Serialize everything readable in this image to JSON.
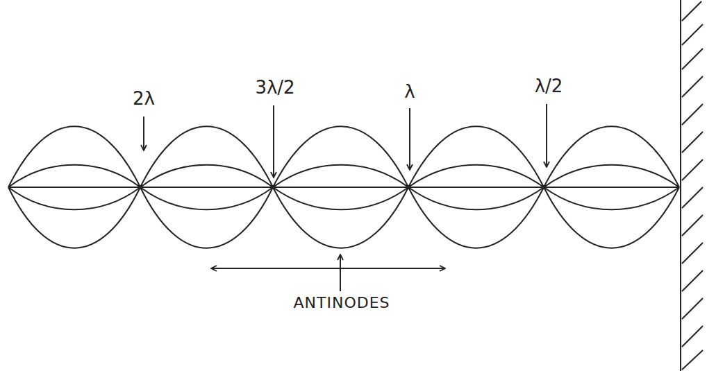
{
  "diagram": {
    "labels": [
      "2λ",
      "3λ/2",
      "λ",
      "λ/2",
      "ANTINODES"
    ]
  }
}
